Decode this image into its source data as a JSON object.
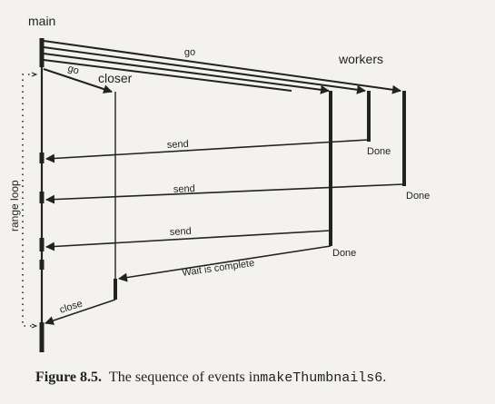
{
  "diagram": {
    "labels": {
      "main": "main",
      "closer": "closer",
      "workers": "workers",
      "range_loop": "range loop",
      "go_top": "go",
      "go_left": "go",
      "send_1": "send",
      "send_2": "send",
      "send_3": "send",
      "done_1": "Done",
      "done_2": "Done",
      "done_3": "Done",
      "wait_complete": "Wait is complete",
      "close": "close"
    }
  },
  "caption": {
    "label": "Figure 8.5.",
    "before_code": "The sequence of events in ",
    "code": "makeThumbnails6",
    "after_code": "."
  },
  "colors": {
    "background": "#f3f2ef",
    "ink": "#222222"
  }
}
